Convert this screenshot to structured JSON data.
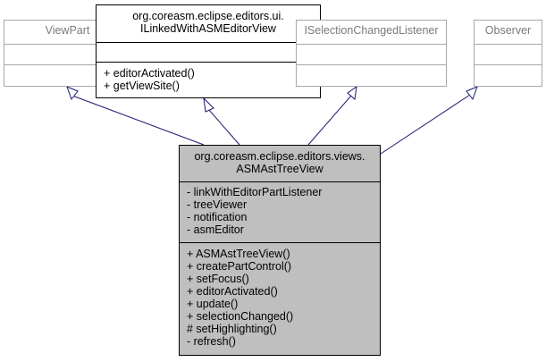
{
  "diagram": {
    "classes": [
      {
        "id": "viewpart",
        "name_lines": [
          "ViewPart"
        ],
        "attributes": [],
        "operations": []
      },
      {
        "id": "ilinked",
        "name_lines": [
          "org.coreasm.eclipse.editors.ui.",
          "ILinkedWithASMEditorView"
        ],
        "attributes": [],
        "operations": [
          "+ editorActivated()",
          "+ getViewSite()"
        ]
      },
      {
        "id": "iselection",
        "name_lines": [
          "ISelectionChangedListener"
        ],
        "attributes": [],
        "operations": []
      },
      {
        "id": "observer",
        "name_lines": [
          "Observer"
        ],
        "attributes": [],
        "operations": []
      },
      {
        "id": "asmast",
        "name_lines": [
          "org.coreasm.eclipse.editors.views.",
          "ASMAstTreeView"
        ],
        "attributes": [
          "- linkWithEditorPartListener",
          "- treeViewer",
          "- notification",
          "- asmEditor"
        ],
        "operations": [
          "+ ASMAstTreeView()",
          "+ createPartControl()",
          "+ setFocus()",
          "+ editorActivated()",
          "+ update()",
          "+ selectionChanged()",
          "# setHighlighting()",
          "- refresh()"
        ]
      }
    ],
    "relations": [
      {
        "from": "asmast",
        "to": "viewpart",
        "type": "generalization"
      },
      {
        "from": "asmast",
        "to": "ilinked",
        "type": "generalization"
      },
      {
        "from": "asmast",
        "to": "iselection",
        "type": "generalization"
      },
      {
        "from": "asmast",
        "to": "observer",
        "type": "generalization"
      }
    ],
    "colors": {
      "highlight_fill": "#bfbfbf",
      "muted_border": "#a8a8a8",
      "muted_text": "#7a7a7a",
      "edge": "#191970"
    }
  }
}
